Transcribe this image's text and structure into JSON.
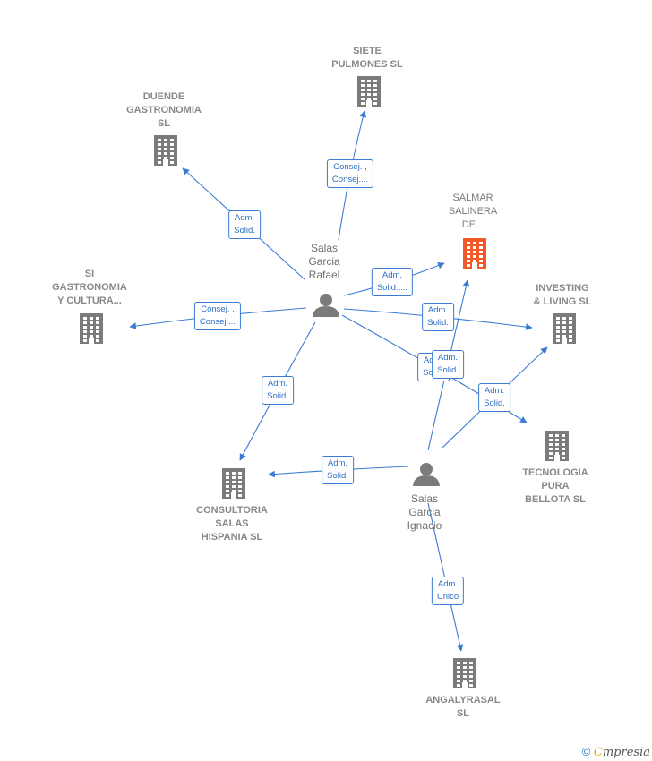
{
  "colors": {
    "edge": "#3a7bd5",
    "company": "#7b7b7b",
    "focus": "#f05a28",
    "person": "#7b7b7b"
  },
  "nodes": [
    {
      "id": "siete",
      "type": "company",
      "label": "SIETE\nPULMONES  SL"
    },
    {
      "id": "duende",
      "type": "company",
      "label": "DUENDE\nGASTRONOMIA\nSL"
    },
    {
      "id": "salmar",
      "type": "focus",
      "label": "SALMAR\nSALINERA\nDE..."
    },
    {
      "id": "si_gastro",
      "type": "company",
      "label": "SI\nGASTRONOMIA\nY CULTURA..."
    },
    {
      "id": "investing",
      "type": "company",
      "label": "INVESTING\n& LIVING  SL"
    },
    {
      "id": "tecnologia",
      "type": "company",
      "label": "TECNOLOGIA\nPURA\nBELLOTA  SL"
    },
    {
      "id": "consultoria",
      "type": "company",
      "label": "CONSULTORIA\nSALAS\nHISPANIA  SL"
    },
    {
      "id": "angalyrasal",
      "type": "company",
      "label": "ANGALYRASAL\nSL"
    },
    {
      "id": "rafael",
      "type": "person",
      "label": "Salas\nGarcia\nRafael"
    },
    {
      "id": "ignacio",
      "type": "person",
      "label": "Salas\nGarcia\nIgnacio"
    }
  ],
  "edges": [
    {
      "from": "rafael",
      "to": "siete",
      "label": "Consej. ,\nConsej...."
    },
    {
      "from": "rafael",
      "to": "duende",
      "label": "Adm.\nSolid."
    },
    {
      "from": "rafael",
      "to": "salmar",
      "label": "Adm.\nSolid.,..."
    },
    {
      "from": "rafael",
      "to": "si_gastro",
      "label": "Consej. ,\nConsej...."
    },
    {
      "from": "rafael",
      "to": "investing",
      "label": "Adm.\nSolid."
    },
    {
      "from": "rafael",
      "to": "tecnologia",
      "label": "Adm.\nSolid."
    },
    {
      "from": "rafael",
      "to": "consultoria",
      "label": "Adm.\nSolid."
    },
    {
      "from": "ignacio",
      "to": "salmar",
      "label": "Adm.\nSolid."
    },
    {
      "from": "ignacio",
      "to": "investing",
      "label": "Adm.\nSolid."
    },
    {
      "from": "ignacio",
      "to": "consultoria",
      "label": "Adm.\nSolid."
    },
    {
      "from": "ignacio",
      "to": "angalyrasal",
      "label": "Adm.\nUnico"
    }
  ],
  "footer": {
    "copyright": "©",
    "brand_first": "C",
    "brand_rest": "mpresia"
  }
}
